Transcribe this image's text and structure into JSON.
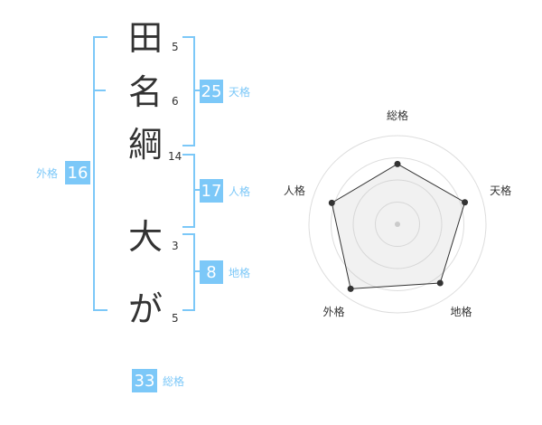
{
  "name": {
    "characters": [
      {
        "char": "田",
        "strokes": "5"
      },
      {
        "char": "名",
        "strokes": "6"
      },
      {
        "char": "綱",
        "strokes": "14"
      },
      {
        "char": "大",
        "strokes": "3"
      },
      {
        "char": "が",
        "strokes": "5"
      }
    ]
  },
  "fortunes": {
    "tenkaku": {
      "label": "天格",
      "value": "25"
    },
    "jinkaku": {
      "label": "人格",
      "value": "17"
    },
    "chikaku": {
      "label": "地格",
      "value": "8"
    },
    "gaikaku": {
      "label": "外格",
      "value": "16"
    },
    "soukaku": {
      "label": "総格",
      "value": "33"
    }
  },
  "chart_data": {
    "type": "radar",
    "axes": [
      "総格",
      "天格",
      "地格",
      "外格",
      "人格"
    ],
    "values": [
      0.68,
      0.8,
      0.82,
      0.9,
      0.78
    ],
    "grid": true,
    "grid_levels": 4
  }
}
